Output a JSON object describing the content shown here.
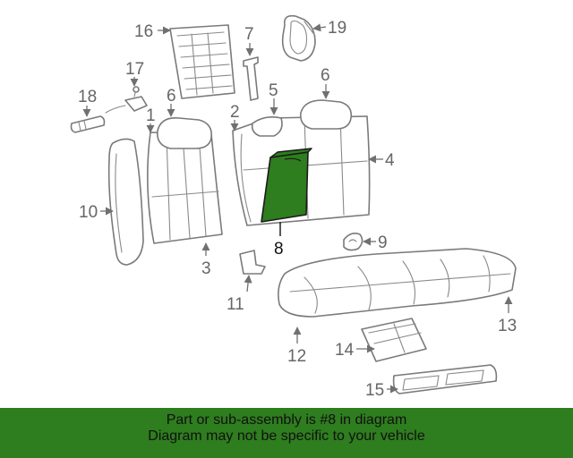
{
  "diagram": {
    "callouts": {
      "c1": "1",
      "c2": "2",
      "c3": "3",
      "c4": "4",
      "c5": "5",
      "c6a": "6",
      "c6b": "6",
      "c7": "7",
      "c8": "8",
      "c9": "9",
      "c10": "10",
      "c11": "11",
      "c12": "12",
      "c13": "13",
      "c14": "14",
      "c15": "15",
      "c16": "16",
      "c17": "17",
      "c18": "18",
      "c19": "19"
    },
    "highlight_color": "#2e7d1e"
  },
  "banner": {
    "line1": "Part or sub-assembly is #8 in diagram",
    "line2": "Diagram may not be specific to your vehicle",
    "background": "#2e7d1e"
  }
}
